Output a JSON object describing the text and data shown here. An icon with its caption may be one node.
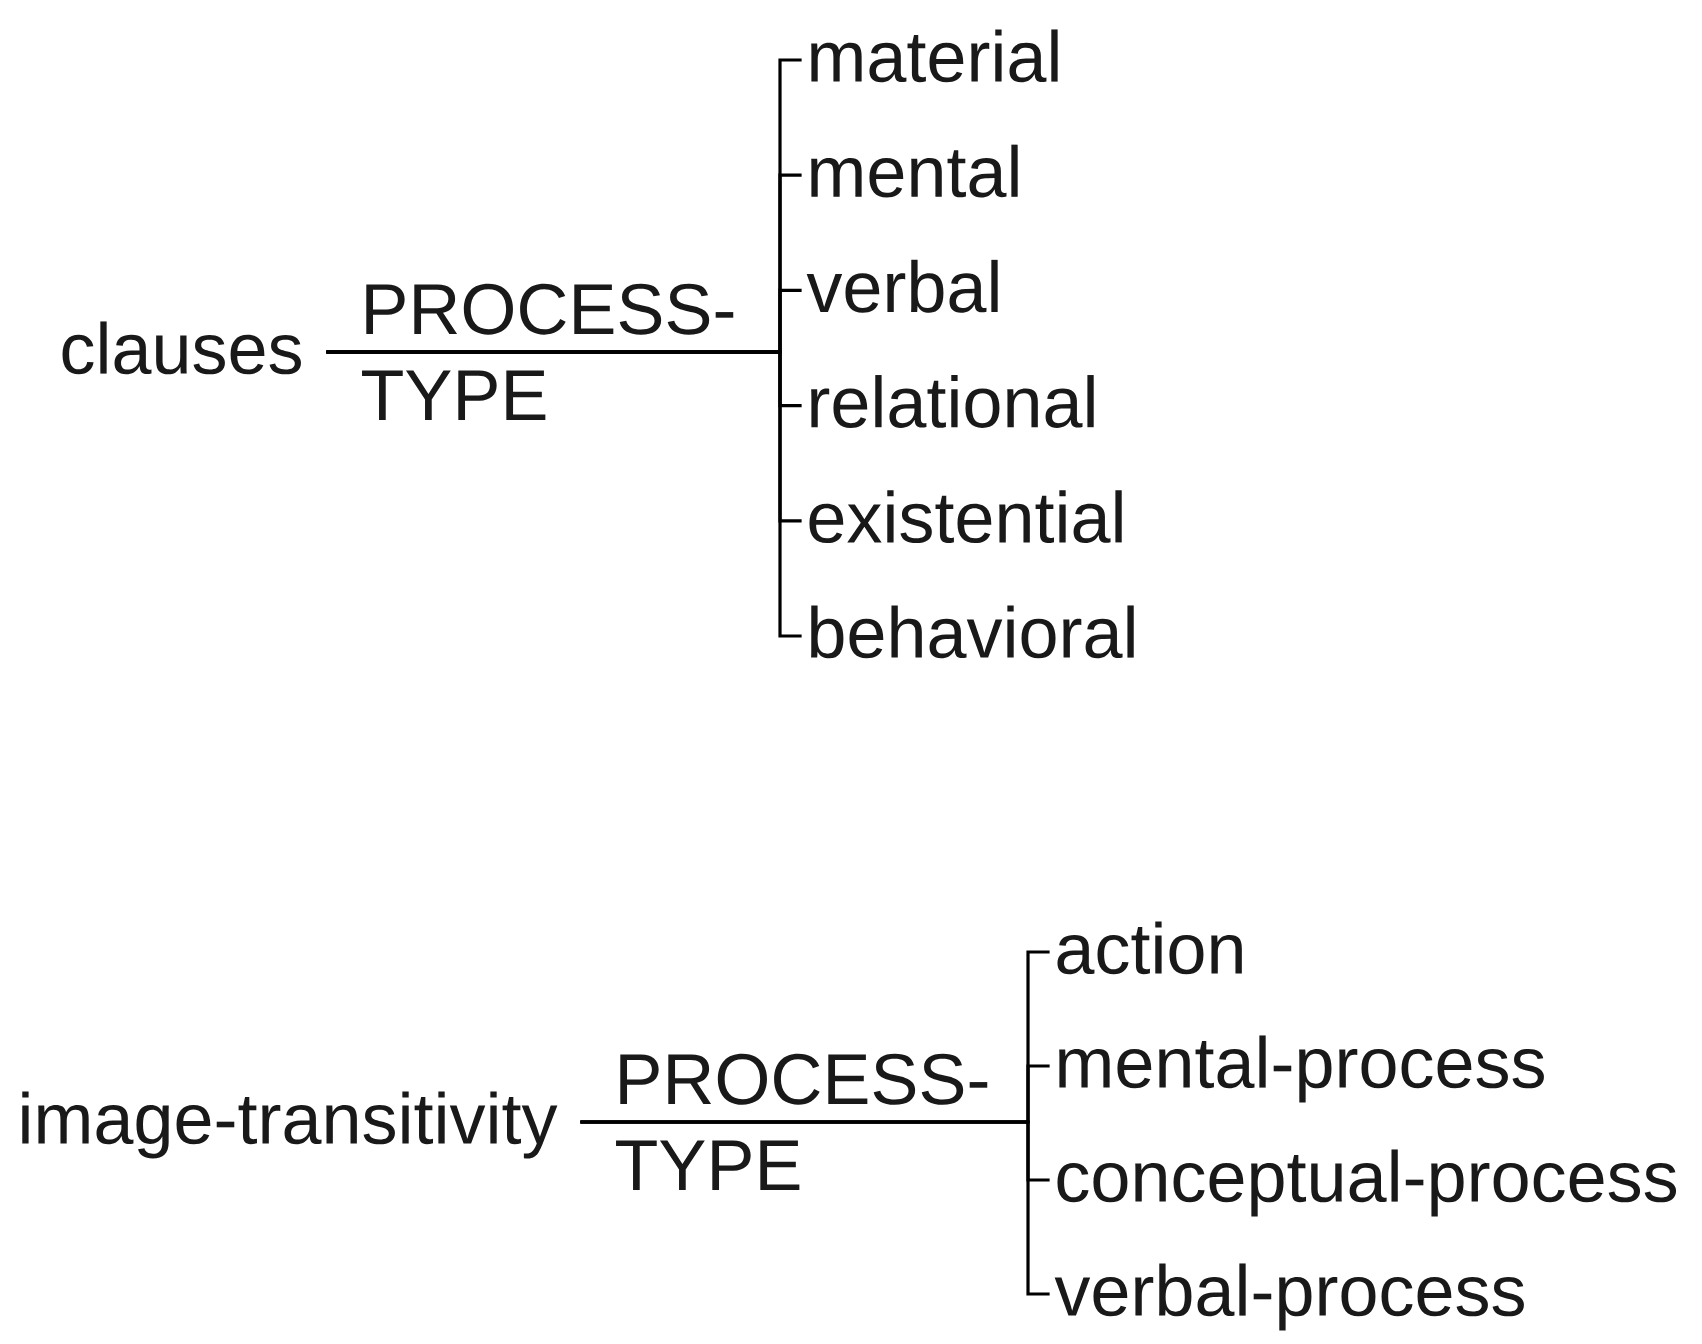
{
  "diagram": {
    "nodes": [
      {
        "text": [
          "clauses"
        ]
      },
      {
        "text": [
          "material"
        ]
      },
      {
        "text": [
          "mental"
        ]
      },
      {
        "text": [
          "verbal"
        ]
      },
      {
        "text": [
          "relational"
        ]
      },
      {
        "text": [
          "existential"
        ]
      },
      {
        "text": [
          "behavioral"
        ]
      },
      {
        "text": [
          "image-transitivity"
        ]
      },
      {
        "text": [
          "action"
        ]
      },
      {
        "text": [
          "mental-process"
        ]
      },
      {
        "text": [
          "conceptual-process"
        ]
      },
      {
        "text": [
          "verbal-process"
        ]
      }
    ],
    "edges": [
      {
        "from": 0,
        "to": 1,
        "arrow": "none",
        "label": "PROCESS- TYPE"
      },
      {
        "from": 0,
        "to": 2,
        "arrow": "none"
      },
      {
        "from": 0,
        "to": 3,
        "arrow": "none"
      },
      {
        "from": 0,
        "to": 4,
        "arrow": "none"
      },
      {
        "from": 0,
        "to": 5,
        "arrow": "none"
      },
      {
        "from": 0,
        "to": 6,
        "arrow": "none"
      },
      {
        "from": 7,
        "to": 8,
        "arrow": "none",
        "label": "PROCESS- TYPE"
      },
      {
        "from": 7,
        "to": 9,
        "arrow": "none"
      },
      {
        "from": 7,
        "to": 10,
        "arrow": "none"
      },
      {
        "from": 7,
        "to": 11,
        "arrow": "none"
      }
    ]
  }
}
